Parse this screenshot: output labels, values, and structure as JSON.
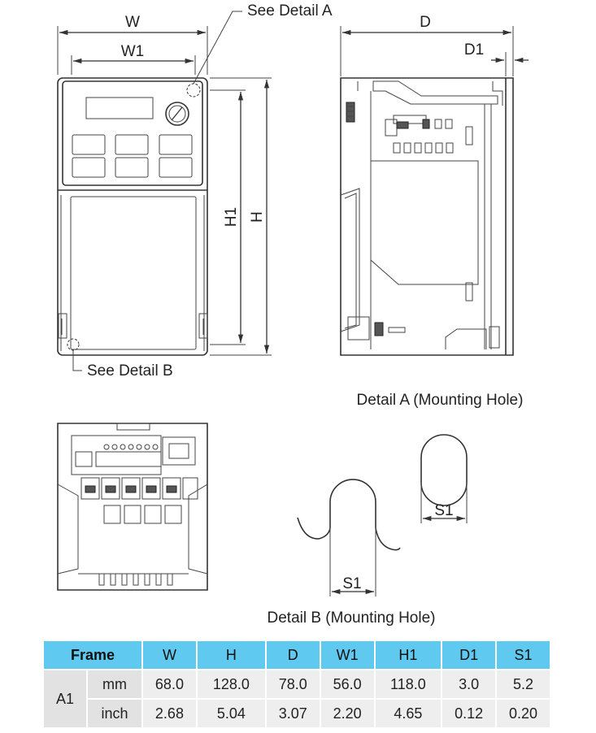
{
  "labels": {
    "w": "W",
    "w1": "W1",
    "d": "D",
    "d1": "D1",
    "h": "H",
    "h1": "H1",
    "see_detail_a": "See Detail A",
    "see_detail_b": "See Detail B",
    "detail_a_title": "Detail A (Mounting Hole)",
    "detail_b_title": "Detail B (Mounting Hole)",
    "s1_a": "S1",
    "s1_b": "S1"
  },
  "table": {
    "headers": [
      "Frame",
      "W",
      "H",
      "D",
      "W1",
      "H1",
      "D1",
      "S1"
    ],
    "frame": "A1",
    "rows": [
      {
        "unit": "mm",
        "values": [
          "68.0",
          "128.0",
          "78.0",
          "56.0",
          "118.0",
          "3.0",
          "5.2"
        ]
      },
      {
        "unit": "inch",
        "values": [
          "2.68",
          "5.04",
          "3.07",
          "2.20",
          "4.65",
          "0.12",
          "0.20"
        ]
      }
    ]
  }
}
